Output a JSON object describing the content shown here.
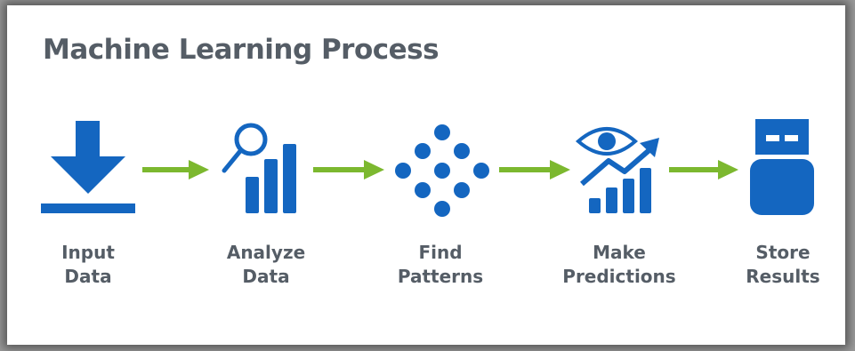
{
  "title": "Machine Learning Process",
  "colors": {
    "icon_blue": "#1466c0",
    "arrow_green": "#7cb82f",
    "text_gray": "#555d66",
    "background": "#ffffff"
  },
  "steps": [
    {
      "icon": "download-icon",
      "label_line1": "Input",
      "label_line2": "Data"
    },
    {
      "icon": "analyze-chart-icon",
      "label_line1": "Analyze",
      "label_line2": "Data"
    },
    {
      "icon": "pattern-dots-icon",
      "label_line1": "Find",
      "label_line2": "Patterns"
    },
    {
      "icon": "prediction-eye-chart-icon",
      "label_line1": "Make",
      "label_line2": "Predictions"
    },
    {
      "icon": "storage-drive-icon",
      "label_line1": "Store",
      "label_line2": "Results"
    }
  ]
}
